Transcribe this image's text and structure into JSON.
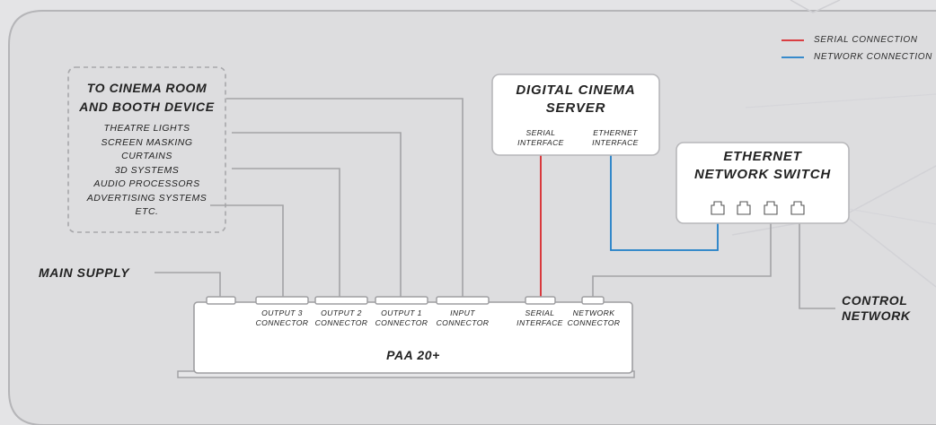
{
  "legend": {
    "serial": "SERIAL CONNECTION",
    "network": "NETWORK CONNECTION"
  },
  "colors": {
    "serial": "#d9272b",
    "network": "#1f7ec8",
    "wire": "#a3a3a6",
    "box_stroke": "#b7b7ba"
  },
  "sources": {
    "title_line1": "TO CINEMA ROOM",
    "title_line2": "AND BOOTH DEVICE",
    "items": [
      "THEATRE LIGHTS",
      "SCREEN MASKING",
      "CURTAINS",
      "3D SYSTEMS",
      "AUDIO PROCESSORS",
      "ADVERTISING SYSTEMS",
      "ETC."
    ]
  },
  "server": {
    "title_line1": "DIGITAL CINEMA",
    "title_line2": "SERVER",
    "serial_line1": "SERIAL",
    "serial_line2": "INTERFACE",
    "ethernet_line1": "ETHERNET",
    "ethernet_line2": "INTERFACE"
  },
  "switch": {
    "title_line1": "ETHERNET",
    "title_line2": "NETWORK SWITCH"
  },
  "main_supply": "MAIN SUPPLY",
  "control_network": {
    "line1": "CONTROL",
    "line2": "NETWORK"
  },
  "device": {
    "name": "PAA 20+",
    "connectors": [
      {
        "line1": "OUTPUT 3",
        "line2": "CONNECTOR"
      },
      {
        "line1": "OUTPUT 2",
        "line2": "CONNECTOR"
      },
      {
        "line1": "OUTPUT 1",
        "line2": "CONNECTOR"
      },
      {
        "line1": "INPUT",
        "line2": "CONNECTOR"
      },
      {
        "line1": "SERIAL",
        "line2": "INTERFACE"
      },
      {
        "line1": "NETWORK",
        "line2": "CONNECTOR"
      }
    ]
  }
}
